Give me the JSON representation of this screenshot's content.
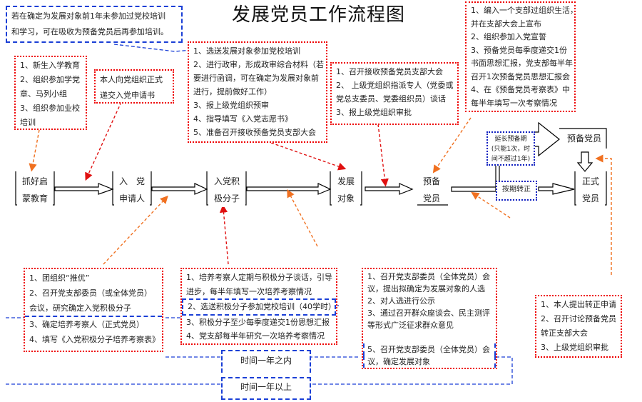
{
  "title": "发展党员工作流程图",
  "top_note": {
    "lines": [
      "若在确定为发展对象前1年未参加过党校培训",
      "和学习，可在吸收为预备党员后再参加培训。"
    ]
  },
  "box_activist_education": {
    "lines": [
      "1、新生入学教育",
      "2、组织参加学党",
      "章、马列小组",
      "3、组织参加业校",
      "培训"
    ]
  },
  "box_application": {
    "lines": [
      "本人向党组织正式",
      "递交入党申请书"
    ]
  },
  "box_development_target": {
    "lines": [
      "1、选送发展对象参加党校培训",
      "2、进行政审，形成政审综合材料（若",
      "要进行函调，可在确定为发展对象前",
      "进行，提前做好工作）",
      "3、报上级党组织预审",
      "4、指导填写《入党志愿书》",
      "5、准备召开接收预备党员支部大会"
    ]
  },
  "box_probationary": {
    "lines": [
      "1、召开接收预备党员支部大会",
      "2、    上级党组织指派专人（党委或",
      "党总支委员、党委组织员）谈话",
      "3、报上级党组织审批"
    ]
  },
  "box_probation_tasks": {
    "lines": [
      "1、编入一个支部过组织生活，",
      "并在支部大会上宣布",
      "2、组织参加入党宣誓",
      "3、预备党员每季度递交1份",
      "书面思想汇报，党支部每半年",
      "召开1次预备党员思想汇报会",
      "4、在《预备党员考察表》中",
      "每半年填写一次考察情况"
    ]
  },
  "flow_nodes": [
    {
      "id": "node-education",
      "lines": [
        "抓好启",
        "蒙教育"
      ]
    },
    {
      "id": "node-applicant",
      "lines": [
        "入　党",
        "申请人"
      ]
    },
    {
      "id": "node-activist",
      "lines": [
        "入党积",
        "极分子"
      ]
    },
    {
      "id": "node-target",
      "lines": [
        "发展",
        "对象"
      ]
    },
    {
      "id": "node-probationary",
      "lines": [
        "预备",
        "党员"
      ]
    },
    {
      "id": "node-full-member",
      "lines": [
        "正式",
        "党员"
      ]
    },
    {
      "id": "node-still-probationary",
      "lines": [
        "预备党员"
      ]
    }
  ],
  "extend_box": {
    "lines": [
      "延长预备期",
      "(只能1次，时",
      "间不超过1年)"
    ]
  },
  "ontime_box": {
    "label": "按期转正"
  },
  "box_activist_steps": {
    "lines": [
      "1、团组织“推优”",
      "2、召开党支部委员（或全体党员）",
      "会议，研究确定入党积极分子",
      "3、确定培养考察人（正式党员）",
      "4、填写《入党积极分子培养考察表》"
    ]
  },
  "box_training": {
    "lines": [
      "1、培养考察人定期与积极分子谈话，引导",
      "进步，每半年填写一次培养考察情况",
      "2、选送积极分子参加党校培训（40学时）",
      "3、积极分子至少每季度递交1份思想汇报",
      "4、党支部每半年研究一次培养考察情况"
    ]
  },
  "box_target_steps": {
    "lines": [
      "1、召开党支部委员（全体党员）会",
      "议，提出拟确定为发展对象的人选",
      "2、对人选进行公示",
      "3、通过召开群众座谈会、民主测评",
      "等形式广泛征求群众意见",
      "",
      "5、召开党支部委员（全体党员）会",
      "议，确定发展对象"
    ]
  },
  "box_full_member": {
    "lines": [
      "1、本人提出转正申请",
      "2、召开讨论预备党员",
      "转正支部大会",
      "3、上级党组织审批"
    ]
  },
  "timeline": {
    "within_one_year": "时间一年之内",
    "over_one_year": "时间一年以上"
  },
  "colors": {
    "red_border": "#e00000",
    "blue_border": "#1a3fd6",
    "orange_arrow": "#f07020",
    "red_arrow": "#e01010"
  }
}
